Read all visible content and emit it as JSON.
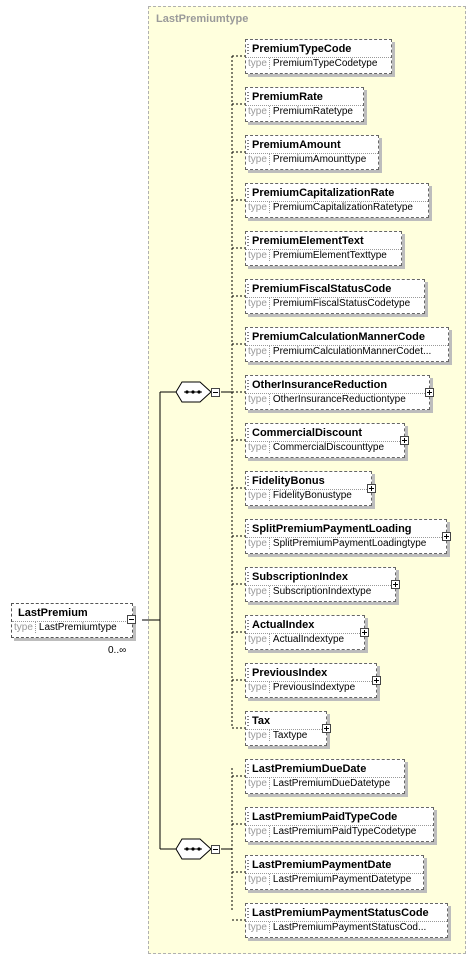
{
  "root": {
    "name": "LastPremium",
    "type_label": "type",
    "type_value": "LastPremiumtype",
    "occurrence": "0..∞"
  },
  "complex_type": {
    "title": "LastPremiumtype"
  },
  "group1": [
    {
      "name": "PremiumTypeCode",
      "type_label": "type",
      "type_value": "PremiumTypeCodetype"
    },
    {
      "name": "PremiumRate",
      "type_label": "type",
      "type_value": "PremiumRatetype"
    },
    {
      "name": "PremiumAmount",
      "type_label": "type",
      "type_value": "PremiumAmounttype"
    },
    {
      "name": "PremiumCapitalizationRate",
      "type_label": "type",
      "type_value": "PremiumCapitalizationRatetype"
    },
    {
      "name": "PremiumElementText",
      "type_label": "type",
      "type_value": "PremiumElementTexttype"
    },
    {
      "name": "PremiumFiscalStatusCode",
      "type_label": "type",
      "type_value": "PremiumFiscalStatusCodetype"
    },
    {
      "name": "PremiumCalculationMannerCode",
      "type_label": "type",
      "type_value": "PremiumCalculationMannerCodet..."
    },
    {
      "name": "OtherInsuranceReduction",
      "type_label": "type",
      "type_value": "OtherInsuranceReductiontype"
    },
    {
      "name": "CommercialDiscount",
      "type_label": "type",
      "type_value": "CommercialDiscounttype"
    },
    {
      "name": "FidelityBonus",
      "type_label": "type",
      "type_value": "FidelityBonustype"
    },
    {
      "name": "SplitPremiumPaymentLoading",
      "type_label": "type",
      "type_value": "SplitPremiumPaymentLoadingtype"
    },
    {
      "name": "SubscriptionIndex",
      "type_label": "type",
      "type_value": "SubscriptionIndextype"
    },
    {
      "name": "ActualIndex",
      "type_label": "type",
      "type_value": "ActualIndextype"
    },
    {
      "name": "PreviousIndex",
      "type_label": "type",
      "type_value": "PreviousIndextype"
    },
    {
      "name": "Tax",
      "type_label": "type",
      "type_value": "Taxtype"
    }
  ],
  "group2": [
    {
      "name": "LastPremiumDueDate",
      "type_label": "type",
      "type_value": "LastPremiumDueDatetype"
    },
    {
      "name": "LastPremiumPaidTypeCode",
      "type_label": "type",
      "type_value": "LastPremiumPaidTypeCodetype"
    },
    {
      "name": "LastPremiumPaymentDate",
      "type_label": "type",
      "type_value": "LastPremiumPaymentDatetype"
    },
    {
      "name": "LastPremiumPaymentStatusCode",
      "type_label": "type",
      "type_value": "LastPremiumPaymentStatusCod..."
    }
  ]
}
